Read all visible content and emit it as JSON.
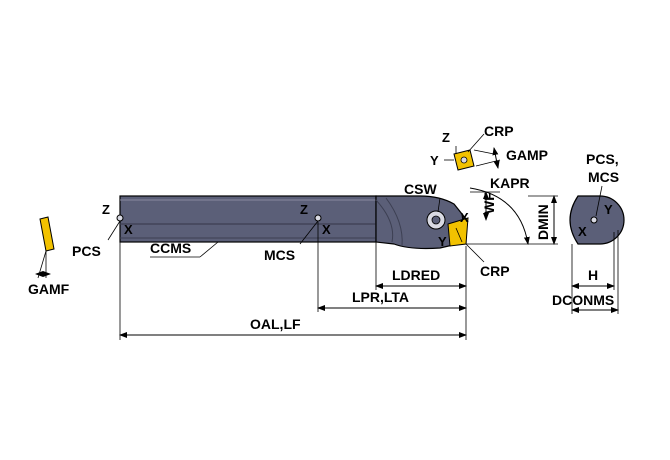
{
  "labels": {
    "crp_top": "CRP",
    "gamp": "GAMP",
    "kapr": "KAPR",
    "csw": "CSW",
    "wf": "WF",
    "dmin": "DMIN",
    "crp_bottom": "CRP",
    "ldred": "LDRED",
    "lpr_lta": "LPR,LTA",
    "oal_lf": "OAL,LF",
    "pcs_left": "PCS",
    "gamf": "GAMF",
    "ccms": "CCMS",
    "mcs": "MCS",
    "pcs_mcs_line1": "PCS,",
    "pcs_mcs_line2": "MCS",
    "h": "H",
    "dconms": "DCONMS"
  },
  "axes": {
    "z": "Z",
    "x": "X",
    "y": "Y"
  },
  "colors": {
    "tool_body": "#5b5f78",
    "tool_dark": "#3c3f52",
    "insert_yellow": "#f2c200",
    "line": "#000000"
  }
}
